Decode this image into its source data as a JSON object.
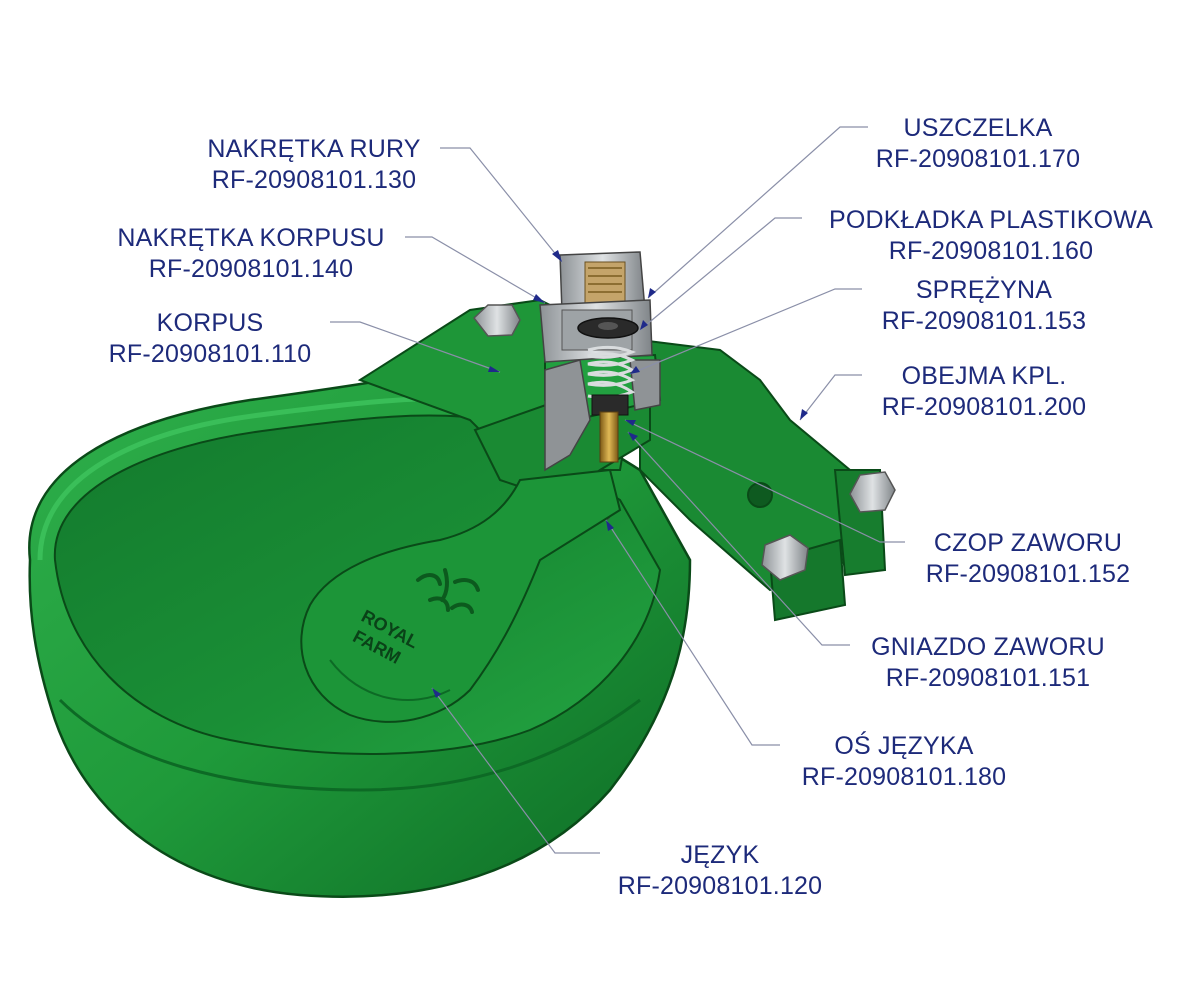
{
  "brand": {
    "line1": "ROYAL",
    "line2": "FARM"
  },
  "colors": {
    "label_text": "#1d2a7a",
    "leader_line": "#8a8fa8",
    "arrow": "#1f2a8a",
    "body_green": "#1f9a3a",
    "body_dark": "#0f6a24",
    "metal": "#b8bcc0",
    "brass": "#b98a2a"
  },
  "labels": [
    {
      "id": "nakretka-rury",
      "name": "NAKRĘTKA RURY",
      "code": "RF-20908101.130"
    },
    {
      "id": "nakretka-korpusu",
      "name": "NAKRĘTKA KORPUSU",
      "code": "RF-20908101.140"
    },
    {
      "id": "korpus",
      "name": "KORPUS",
      "code": "RF-20908101.110"
    },
    {
      "id": "uszczelka",
      "name": "USZCZELKA",
      "code": "RF-20908101.170"
    },
    {
      "id": "podkladka-plastikowa",
      "name": "PODKŁADKA PLASTIKOWA",
      "code": "RF-20908101.160"
    },
    {
      "id": "sprezyna",
      "name": "SPRĘŻYNA",
      "code": "RF-20908101.153"
    },
    {
      "id": "obejma-kpl",
      "name": "OBEJMA KPL.",
      "code": "RF-20908101.200"
    },
    {
      "id": "czop-zaworu",
      "name": "CZOP ZAWORU",
      "code": "RF-20908101.152"
    },
    {
      "id": "gniazdo-zaworu",
      "name": "GNIAZDO ZAWORU",
      "code": "RF-20908101.151"
    },
    {
      "id": "os-jezyka",
      "name": "OŚ JĘZYKA",
      "code": "RF-20908101.180"
    },
    {
      "id": "jezyk",
      "name": "JĘZYK",
      "code": "RF-20908101.120"
    }
  ]
}
